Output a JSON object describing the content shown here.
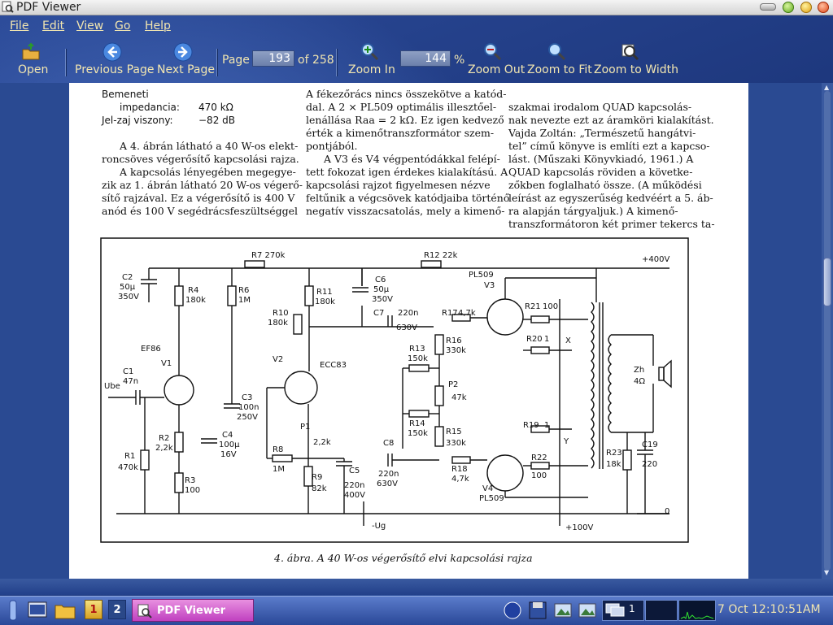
{
  "window": {
    "title": "PDF Viewer"
  },
  "menu": {
    "items": [
      "File",
      "Edit",
      "View",
      "Go",
      "Help"
    ]
  },
  "toolbar": {
    "open": "Open",
    "previous": "Previous Page",
    "next": "Next Page",
    "page_label": "Page",
    "page_value": "193",
    "page_total": "of 258",
    "zoom_in": "Zoom In",
    "zoom_value": "144",
    "zoom_unit": "%",
    "zoom_out": "Zoom Out",
    "zoom_fit": "Zoom to Fit",
    "zoom_width": "Zoom to Width"
  },
  "document": {
    "col1": [
      "Bemeneti",
      "impedancia:",
      "470 kΩ",
      "Jel-zaj viszony:",
      "−82 dB",
      "A 4. ábrán látható a 40 W-os elekt-",
      "roncsöves végerősítő kapcsolási rajza.",
      "A kapcsolás lényegében megegye-",
      "zik az 1. ábrán látható 20 W-os végerő-",
      "sítő rajzával. Ez a végerősítő is 400 V",
      "anód és 100 V segédrácsfeszültséggel"
    ],
    "col2": [
      "A fékezőrács nincs összekötve a katód-",
      "dal. A 2 × PL509 optimális illesztőel-",
      "lenállása Raa = 2 kΩ. Ez igen kedvező",
      "érték a kimenőtranszformátor szem-",
      "pontjából.",
      "A V3 és V4 végpentódákkal felépí-",
      "tett fokozat igen érdekes kialakítású. A",
      "kapcsolási rajzot figyelmesen nézve",
      "feltűnik a végcsövek katódjaiba történő",
      "negatív visszacsatolás, mely a kimenő-"
    ],
    "col3": [
      "szakmai irodalom QUAD kapcsolás-",
      "nak nevezte ezt az áramköri kialakítást.",
      "Vajda Zoltán: „Természetű hangátvi-",
      "tel” című könyve is említi ezt a kapcso-",
      "lást. (Műszaki Könyvkiadó, 1961.) A",
      "QUAD kapcsolás röviden a követke-",
      "zőkben foglalható össze. (A működési",
      "leírást az egyszerűség kedvéért a 5. áb-",
      "ra alapján tárgyaljuk.) A kimenő-",
      "transzformátoron két primer tekercs ta-"
    ],
    "caption": "4. ábra. A 40 W-os végerősítő elvi kapcsolási rajza",
    "schematic": {
      "labels": [
        "R7 270k",
        "R12 22k",
        "+400V",
        "C2",
        "50μ",
        "350V",
        "R4",
        "180k",
        "R6",
        "1M",
        "R11",
        "180k",
        "C6",
        "50μ",
        "350V",
        "PL509",
        "V3",
        "R10",
        "180k",
        "C7",
        "220n",
        "630V",
        "R17",
        "4,7k",
        "R21",
        "100",
        "R20",
        "1",
        "EF86",
        "V1",
        "V2",
        "ECC83",
        "R13",
        "150k",
        "R16",
        "330k",
        "X",
        "Zh",
        "4Ω",
        "C1",
        "47n",
        "Ube",
        "C3",
        "100n",
        "250V",
        "P2",
        "47k",
        "P1",
        "2,2k",
        "R14",
        "150k",
        "R15",
        "330k",
        "R19",
        "1",
        "Y",
        "C8",
        "220n",
        "630V",
        "R2",
        "2,2k",
        "C4",
        "100μ",
        "16V",
        "R8",
        "1M",
        "R9",
        "82k",
        "C5",
        "220n",
        "400V",
        "R18",
        "4,7k",
        "R22",
        "100",
        "R23",
        "18k",
        "C19",
        "220",
        "R1",
        "470k",
        "R3",
        "100",
        "V4",
        "PL509",
        "-Ug",
        "+100V",
        "0"
      ]
    }
  },
  "taskbar": {
    "desktops": [
      "1",
      "2"
    ],
    "task_label": "PDF Viewer",
    "clock": "7 Oct 12:10:51AM",
    "tray_value": "1"
  }
}
